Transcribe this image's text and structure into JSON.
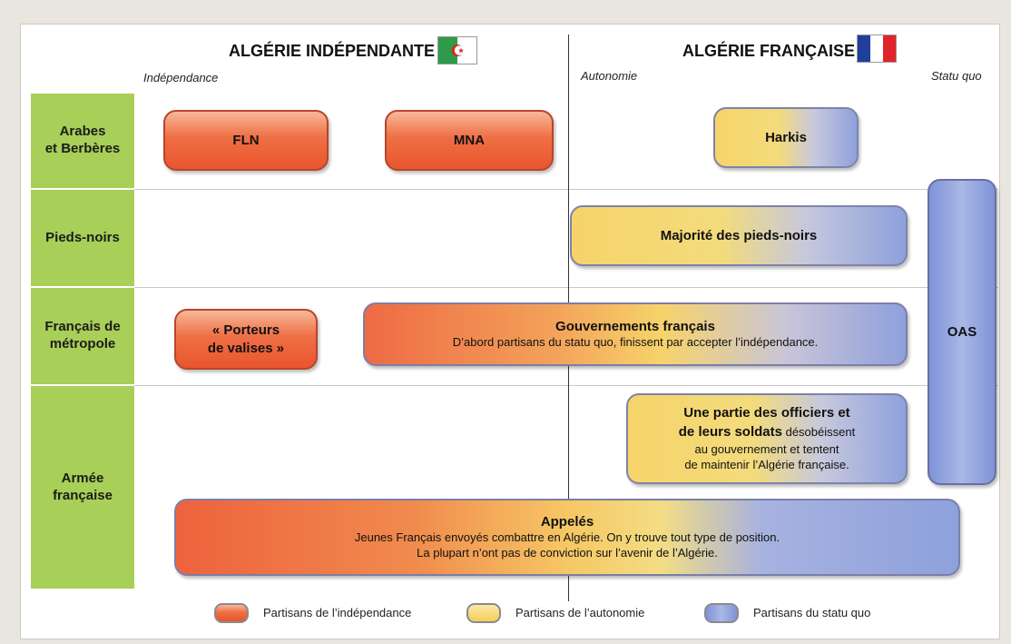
{
  "header": {
    "left_title": "ALGÉRIE INDÉPENDANTE",
    "right_title": "ALGÉRIE FRANÇAISE",
    "sub_independance": "Indépendance",
    "sub_autonomie": "Autonomie",
    "sub_statu_quo": "Statu quo"
  },
  "rows": [
    {
      "label": "Arabes\net Berbères"
    },
    {
      "label": "Pieds-noirs"
    },
    {
      "label": "Français de\nmétropole"
    },
    {
      "label": "Armée\nfrançaise"
    }
  ],
  "boxes": {
    "fln": {
      "title": "FLN"
    },
    "mna": {
      "title": "MNA"
    },
    "harkis": {
      "title": "Harkis"
    },
    "pieds_noirs": {
      "title": "Majorité des pieds-noirs"
    },
    "oas": {
      "title": "OAS"
    },
    "porteurs": {
      "title": "« Porteurs\nde valises »"
    },
    "gouv": {
      "title": "Gouvernements français",
      "desc": "D’abord partisans du statu quo, finissent par accepter l’indépendance."
    },
    "officiers": {
      "title": "Une partie des officiers et\nde leurs soldats",
      "title_rest": " désobéissent",
      "desc": "au gouvernement et tentent\nde maintenir l’Algérie française."
    },
    "appeles": {
      "title": "Appelés",
      "desc": "Jeunes Français envoyés combattre en Algérie. On y trouve tout type de position.\nLa plupart n’ont pas de conviction sur l’avenir de l’Algérie."
    }
  },
  "legend": [
    {
      "label": "Partisans de l’indépendance",
      "color": "#ee6a44"
    },
    {
      "label": "Partisans de l’autonomie",
      "color": "#f6d46a"
    },
    {
      "label": "Partisans du statu quo",
      "color": "#8ea1dc"
    }
  ],
  "colors": {
    "row_label_bg": "#a8cf58",
    "independance": "#ee6a44",
    "autonomie": "#f6d46a",
    "statu_quo": "#8ea1dc"
  }
}
